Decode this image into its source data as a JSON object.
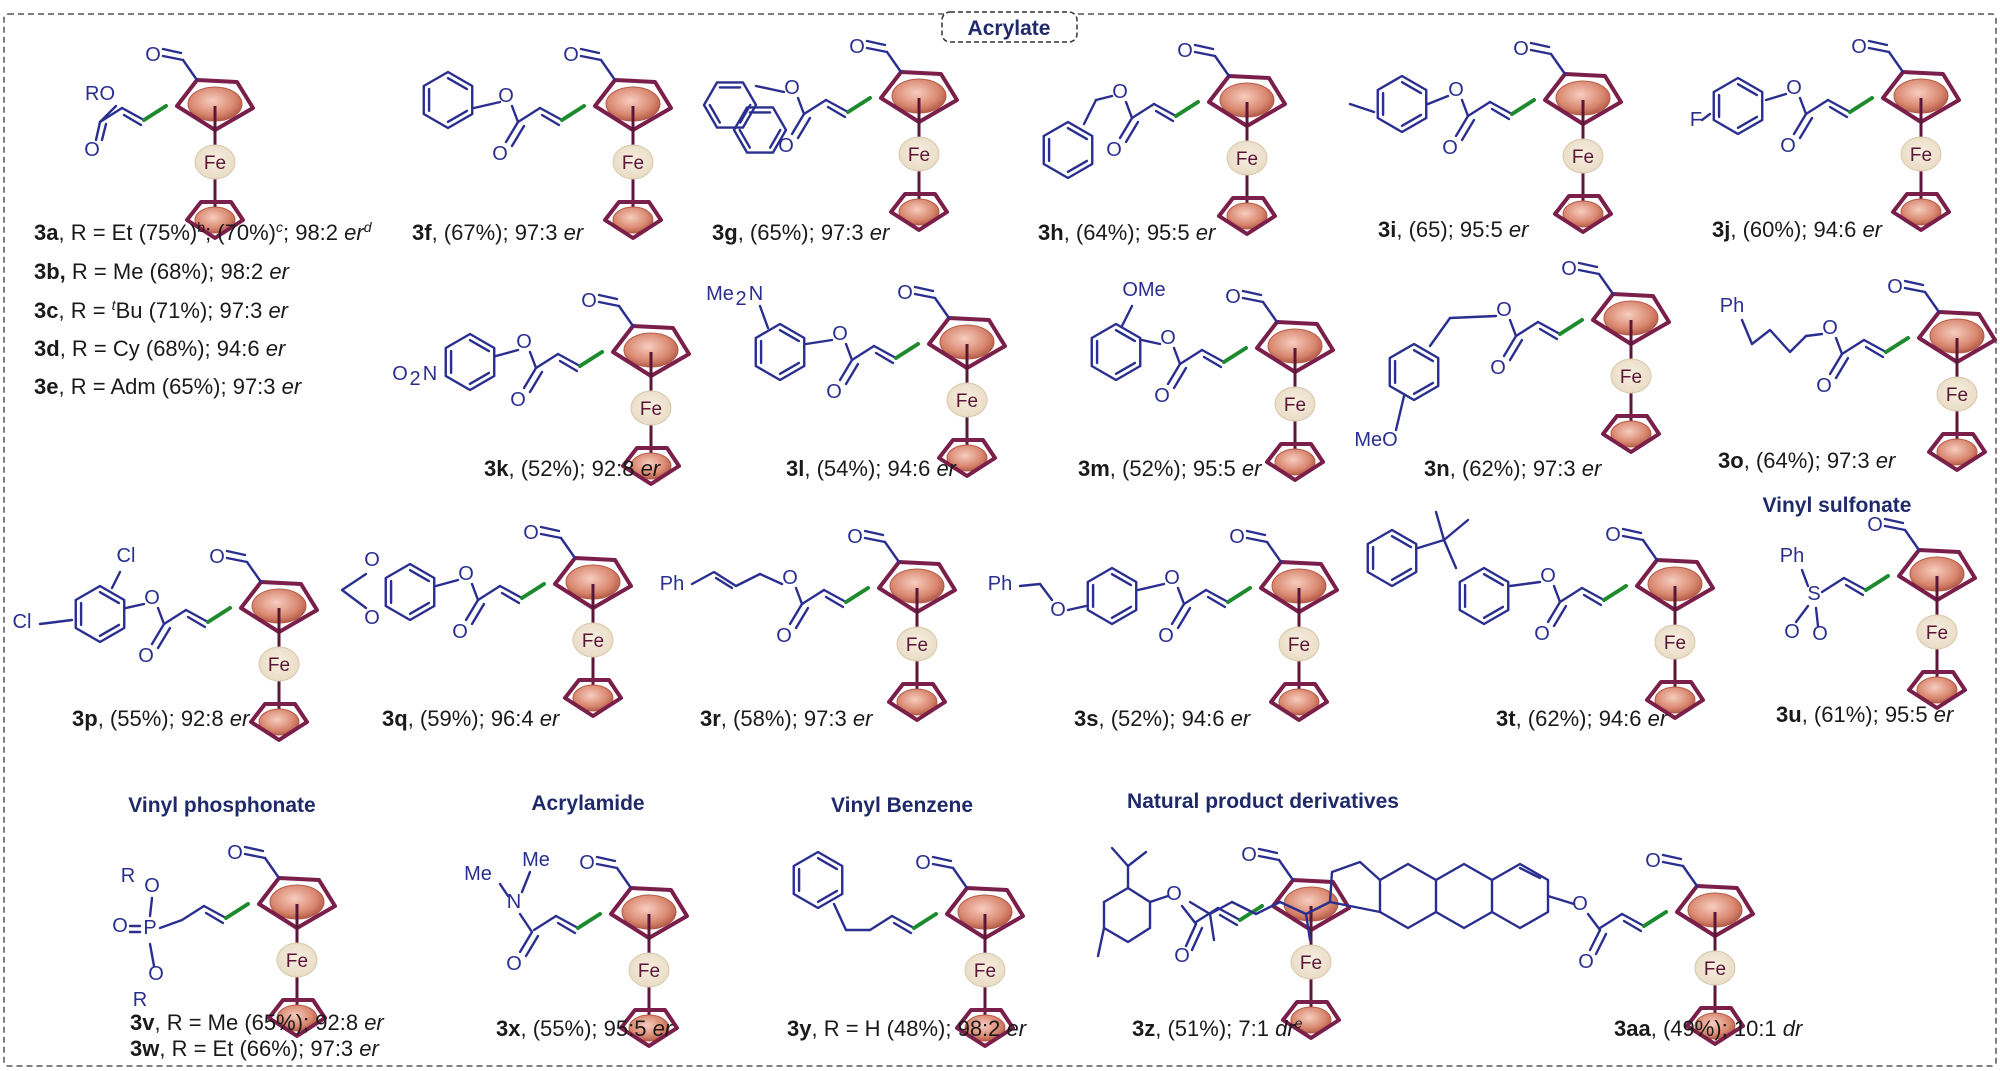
{
  "sections": {
    "acrylate": "Acrylate",
    "vinyl_sulfonate": "Vinyl sulfonate",
    "vinyl_phosphonate": "Vinyl phosphonate",
    "acrylamide": "Acrylamide",
    "vinyl_benzene": "Vinyl Benzene",
    "natural_products": "Natural product derivatives"
  },
  "atoms": {
    "fe": "Fe",
    "ro": "RO",
    "o": "O",
    "f": "F",
    "o2n": "O",
    "o2n_n": "N",
    "me2n": "Me",
    "me2n_n": "N",
    "ome": "OMe",
    "meo": "MeO",
    "ph": "Ph",
    "cl": "Cl",
    "s": "S",
    "p": "P",
    "r": "R",
    "me": "Me",
    "n": "N"
  },
  "products": [
    {
      "id": "3a",
      "text": ", R = Et (75%)",
      "sup1": "b",
      "text2": "; (70%)",
      "sup2": "c",
      "text3": "; 98:2 ",
      "ital": "er",
      "sup3": "d"
    },
    {
      "id": "3b,",
      "text": " R = Me (68%); 98:2 ",
      "ital": "er"
    },
    {
      "id": "3c",
      "text": ", R = ",
      "sup_pre": "t",
      "text2": "Bu  (71%); 97:3 ",
      "ital": "er"
    },
    {
      "id": "3d",
      "text": ", R = Cy  (68%); 94:6 ",
      "ital": "er"
    },
    {
      "id": "3e",
      "text": ", R = Adm  (65%); 97:3 ",
      "ital": "er"
    },
    {
      "id": "3f",
      "text": ", (67%); 97:3 ",
      "ital": "er"
    },
    {
      "id": "3g",
      "text": ", (65%); 97:3 ",
      "ital": "er"
    },
    {
      "id": "3h",
      "text": ", (64%); 95:5 ",
      "ital": "er"
    },
    {
      "id": "3i",
      "text": ", (65); 95:5 ",
      "ital": "er"
    },
    {
      "id": "3j",
      "text": ", (60%); 94:6 ",
      "ital": "er"
    },
    {
      "id": "3k",
      "text": ", (52%); 92:8 ",
      "ital": "er"
    },
    {
      "id": "3l",
      "text": ", (54%); 94:6 ",
      "ital": "er"
    },
    {
      "id": "3m",
      "text": ", (52%); 95:5 ",
      "ital": "er"
    },
    {
      "id": "3n",
      "text": ", (62%); 97:3 ",
      "ital": "er"
    },
    {
      "id": "3o",
      "text": ", (64%); 97:3 ",
      "ital": "er"
    },
    {
      "id": "3p",
      "text": ", (55%); 92:8 ",
      "ital": "er"
    },
    {
      "id": "3q",
      "text": ", (59%); 96:4 ",
      "ital": "er"
    },
    {
      "id": "3r",
      "text": ", (58%); 97:3 ",
      "ital": "er"
    },
    {
      "id": "3s",
      "text": ", (52%); 94:6 ",
      "ital": "er"
    },
    {
      "id": "3t",
      "text": ", (62%); 94:6 ",
      "ital": "er"
    },
    {
      "id": "3u",
      "text": ", (61%); 95:5 ",
      "ital": "er"
    },
    {
      "id": "3v",
      "text": ", R = Me  (65%); 92:8 ",
      "ital": "er"
    },
    {
      "id": "3w",
      "text": ", R = Et  (66%); 97:3 ",
      "ital": "er"
    },
    {
      "id": "3x",
      "text": ", (55%); 95:5 ",
      "ital": "er"
    },
    {
      "id": "3y",
      "text": ", R = H (48%); 98:2 ",
      "ital": "er"
    },
    {
      "id": "3z",
      "text": ", (51%); 7:1 ",
      "ital": "dr",
      "sup3": "e"
    },
    {
      "id": "3aa",
      "text": ", (49%); 10:1 ",
      "ital": "dr"
    }
  ],
  "colors": {
    "bond": "#2a2f8f",
    "new_bond": "#1e8a2e",
    "cp_ring": "#7a1e4a",
    "cp_fill": "#e7a38e",
    "header_text": "#1f2a6b"
  }
}
